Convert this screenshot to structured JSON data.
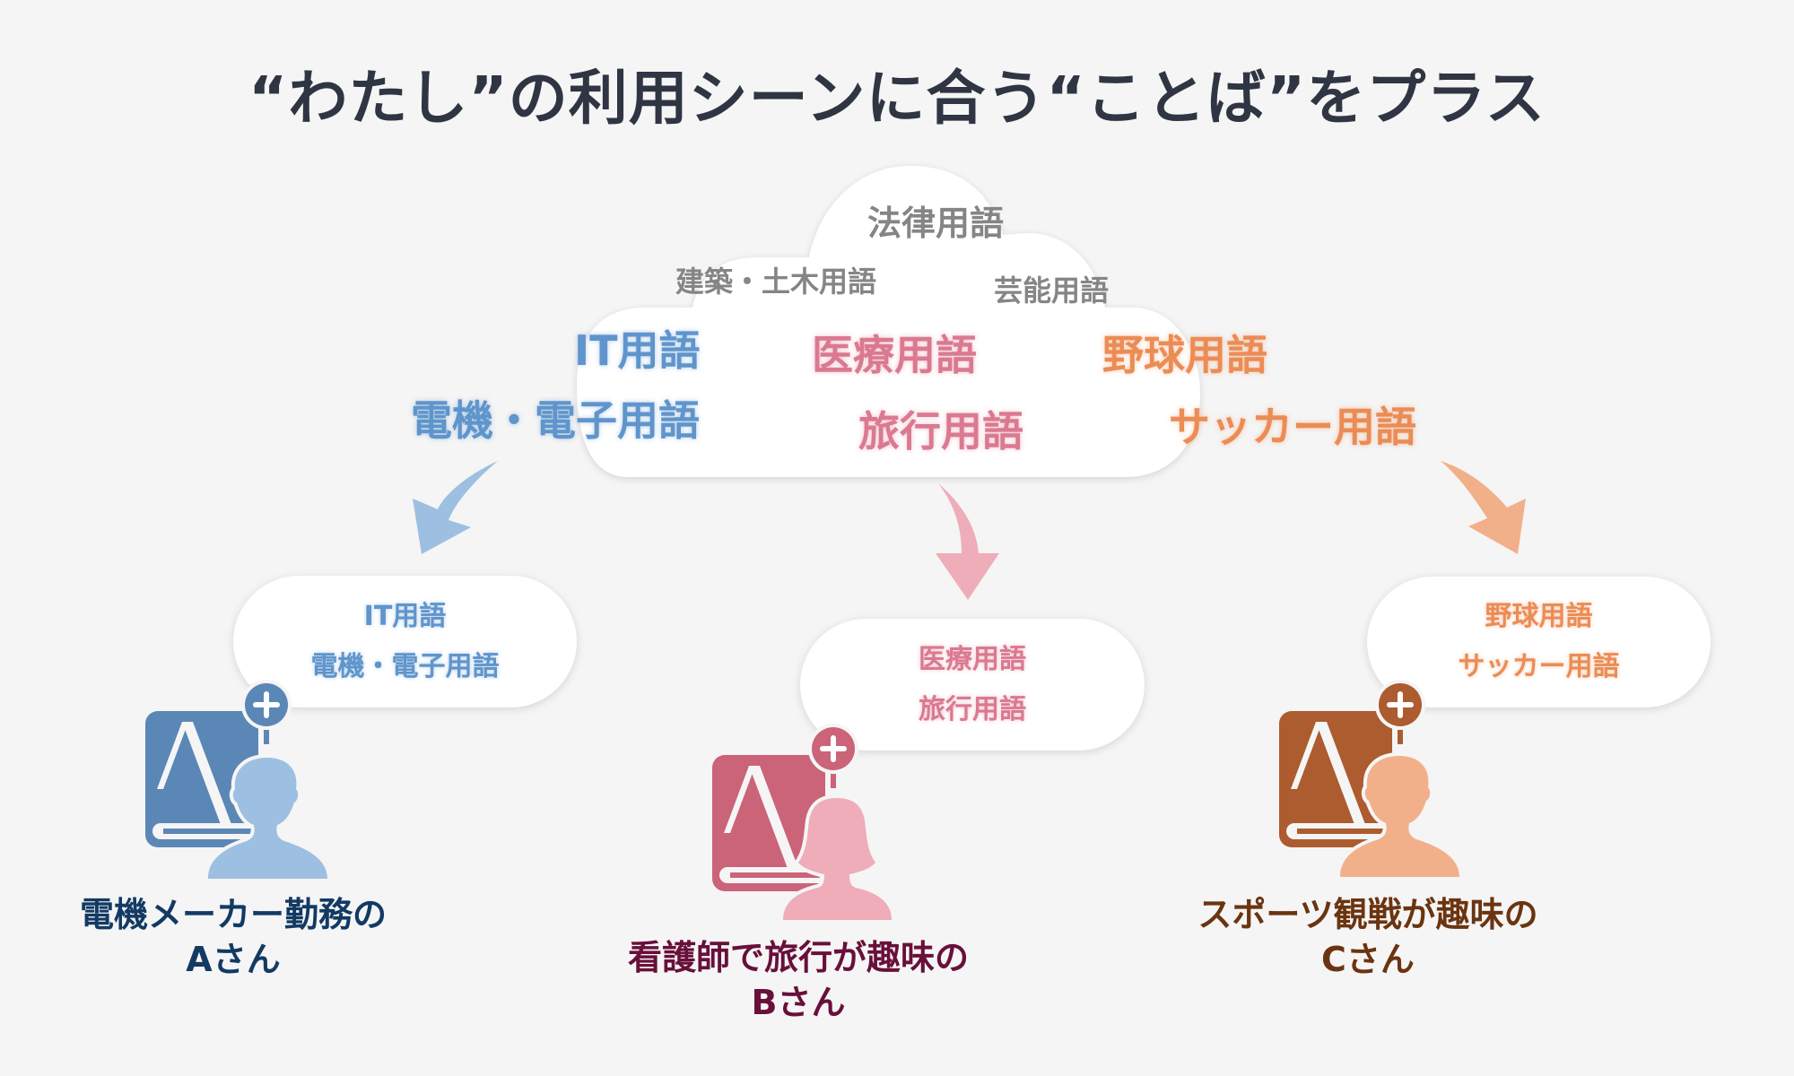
{
  "title": "“わたし”の利用シーンに合う“ことば”をプラス",
  "colors": {
    "background": "#f5f5f5",
    "title": "#2f3542",
    "cloud_gray_text": "#858585",
    "blue_text": "#5f95cc",
    "blue_dark": "#5b87b6",
    "blue_light": "#9dbfe1",
    "blue_label": "#123a63",
    "pink_text": "#db7990",
    "pink_dark": "#cb6379",
    "pink_light": "#efacb9",
    "pink_label": "#68103a",
    "orange_text": "#ec8c55",
    "orange_dark": "#ac5c2e",
    "orange_light": "#f2b08a",
    "orange_label": "#6b3410"
  },
  "cloud": {
    "gray_terms": [
      "法律用語",
      "建築・土木用語",
      "芸能用語"
    ],
    "blue_terms": [
      "IT用語",
      "電機・電子用語"
    ],
    "pink_terms": [
      "医療用語",
      "旅行用語"
    ],
    "orange_terms": [
      "野球用語",
      "サッカー用語"
    ]
  },
  "users": [
    {
      "id": "A",
      "gender": "male",
      "added_terms": [
        "IT用語",
        "電機・電子用語"
      ],
      "label_line1": "電機メーカー勤務の",
      "label_line2": "Aさん"
    },
    {
      "id": "B",
      "gender": "female",
      "added_terms": [
        "医療用語",
        "旅行用語"
      ],
      "label_line1": "看護師で旅行が趣味の",
      "label_line2": "Bさん"
    },
    {
      "id": "C",
      "gender": "male",
      "added_terms": [
        "野球用語",
        "サッカー用語"
      ],
      "label_line1": "スポーツ観戦が趣味の",
      "label_line2": "Cさん"
    }
  ],
  "icons": {
    "dictionary": "dictionary-book-icon",
    "plus": "plus-circle-icon",
    "person": "person-silhouette-icon",
    "arrow": "curved-arrow-icon"
  }
}
